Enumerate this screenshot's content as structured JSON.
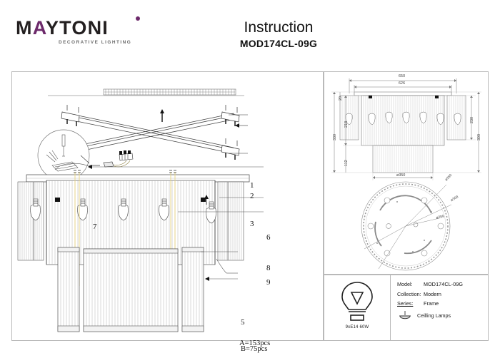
{
  "header": {
    "logo_text": "MAYTONI",
    "logo_letters": [
      "M",
      "A",
      "Y",
      "T",
      "O",
      "N",
      "I"
    ],
    "logo_tagline": "DECORATIVE LIGHTING",
    "logo_accent_color": "#6d2a6b",
    "title": "Instruction",
    "model_code": "MOD174CL-09G"
  },
  "assembly": {
    "callouts": [
      {
        "id": "1",
        "label": "1"
      },
      {
        "id": "2",
        "label": "2"
      },
      {
        "id": "3",
        "label": "3"
      },
      {
        "id": "5",
        "label": "5"
      },
      {
        "id": "6",
        "label": "6"
      },
      {
        "id": "7",
        "label": "7"
      },
      {
        "id": "8",
        "label": "8"
      },
      {
        "id": "9",
        "label": "9"
      }
    ],
    "quantity_notes": [
      {
        "label": "A=153pcs"
      },
      {
        "label": "B=75pcs"
      }
    ]
  },
  "technical_drawing": {
    "elevation_dimensions": [
      {
        "name": "overall-width",
        "value": "650"
      },
      {
        "name": "inner-width",
        "value": "626"
      },
      {
        "name": "overall-height",
        "value": "330"
      },
      {
        "name": "body-height",
        "value": "218"
      },
      {
        "name": "lower-height",
        "value": "112"
      },
      {
        "name": "top-plate-height",
        "value": "20"
      },
      {
        "name": "right-height-inner",
        "value": "230"
      },
      {
        "name": "right-height-outer",
        "value": "300"
      },
      {
        "name": "bottom-diameter",
        "value": "ø350"
      }
    ],
    "bottom_view_dimensions": [
      {
        "name": "outer-diameter",
        "value": "ø350"
      },
      {
        "name": "middle-diameter",
        "value": "ø308"
      },
      {
        "name": "inner-diameter",
        "value": "ø299"
      }
    ]
  },
  "info_table": {
    "bulb_spec": "9xE14 60W",
    "rows": [
      {
        "key": "Model:",
        "value": "MOD174CL-09G"
      },
      {
        "key": "Collection:",
        "value": "Modern"
      },
      {
        "key": "Series:",
        "value": "Frame"
      }
    ],
    "series_type": "Ceilling Lamps"
  }
}
